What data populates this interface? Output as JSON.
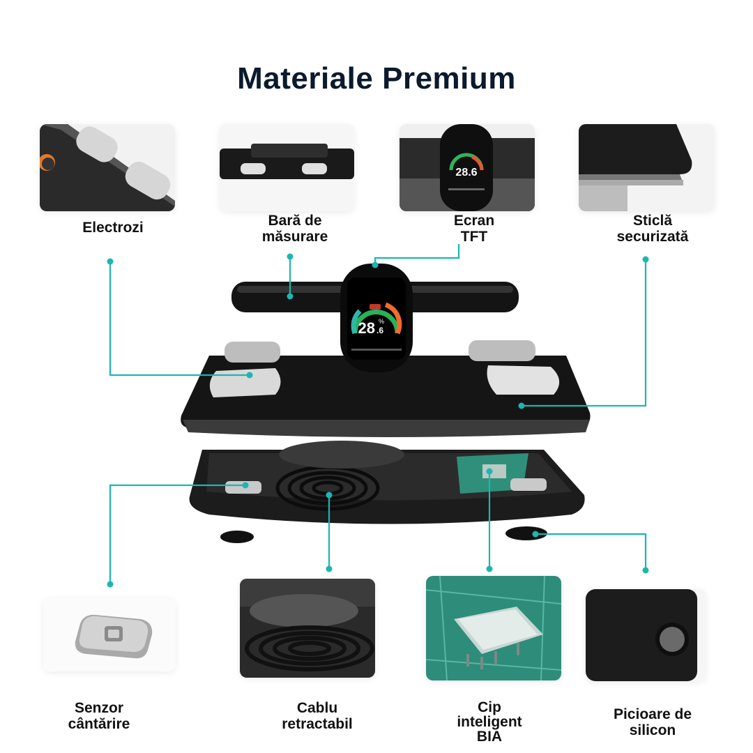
{
  "title": "Materiale Premium",
  "accent_color": "#1bb7b0",
  "display": {
    "value_main": "28",
    "value_decimal": ".6",
    "unit": "%"
  },
  "features_top": [
    {
      "line1": "Electrozi",
      "line2": ""
    },
    {
      "line1": "Bară de",
      "line2": "măsurare"
    },
    {
      "line1": "Ecran",
      "line2": "TFT"
    },
    {
      "line1": "Sticlă",
      "line2": "securizată"
    }
  ],
  "features_bottom": [
    {
      "line1": "Senzor",
      "line2": "cântărire",
      "line3": ""
    },
    {
      "line1": "Cablu",
      "line2": "retractabil",
      "line3": ""
    },
    {
      "line1": "Cip",
      "line2": "inteligent",
      "line3": "BIA"
    },
    {
      "line1": "Picioare de",
      "line2": "silicon",
      "line3": ""
    }
  ]
}
